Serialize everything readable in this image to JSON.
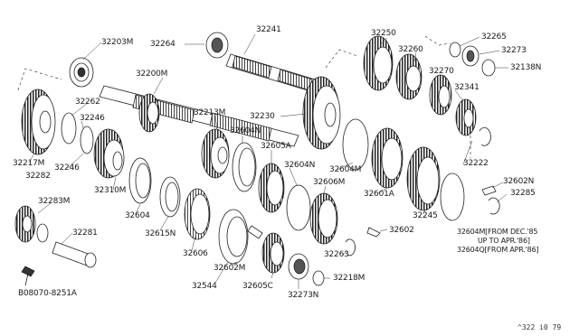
{
  "diagram": {
    "type": "exploded parts diagram",
    "subject": "transmission gear set",
    "reference_code": "^322 i0 79",
    "parts": {
      "p32203M": "32203M",
      "p32264": "32264",
      "p32241": "32241",
      "p32250": "32250",
      "p32265": "32265",
      "p32260": "32260",
      "p32273": "32273",
      "p32138N": "32138N",
      "p32270": "32270",
      "p32200M": "32200M",
      "p32341": "32341",
      "p32262": "32262",
      "p32246a": "32246",
      "p32213M": "32213M",
      "p32230": "32230",
      "p32604N_a": "32604N",
      "p32605A": "32605A",
      "p32604M_a": "32604M",
      "p32604N_b": "32604N",
      "p32222": "32222",
      "p32217M": "32217M",
      "p32246b": "32246",
      "p32282": "32282",
      "p32310M": "32310M",
      "p32606M": "32606M",
      "p32601A": "32601A",
      "p32602N": "32602N",
      "p32283M": "32283M",
      "p32285": "32285",
      "p32604": "32604",
      "p32245": "32245",
      "p32281": "32281",
      "p32615N": "32615N",
      "p32606": "32606",
      "p32602": "32602",
      "p32604M_b": "32604M[FROM DEC.'85",
      "p32604M_b2": "UP TO APR.'86]",
      "p32604Q": "32604Q[FROM APR.'86]",
      "p32263": "32263",
      "p32602M": "32602M",
      "p32218M": "32218M",
      "p32544": "32544",
      "p32605C": "32605C",
      "p32273N": "32273N",
      "bolt": "B08070-8251A"
    }
  }
}
